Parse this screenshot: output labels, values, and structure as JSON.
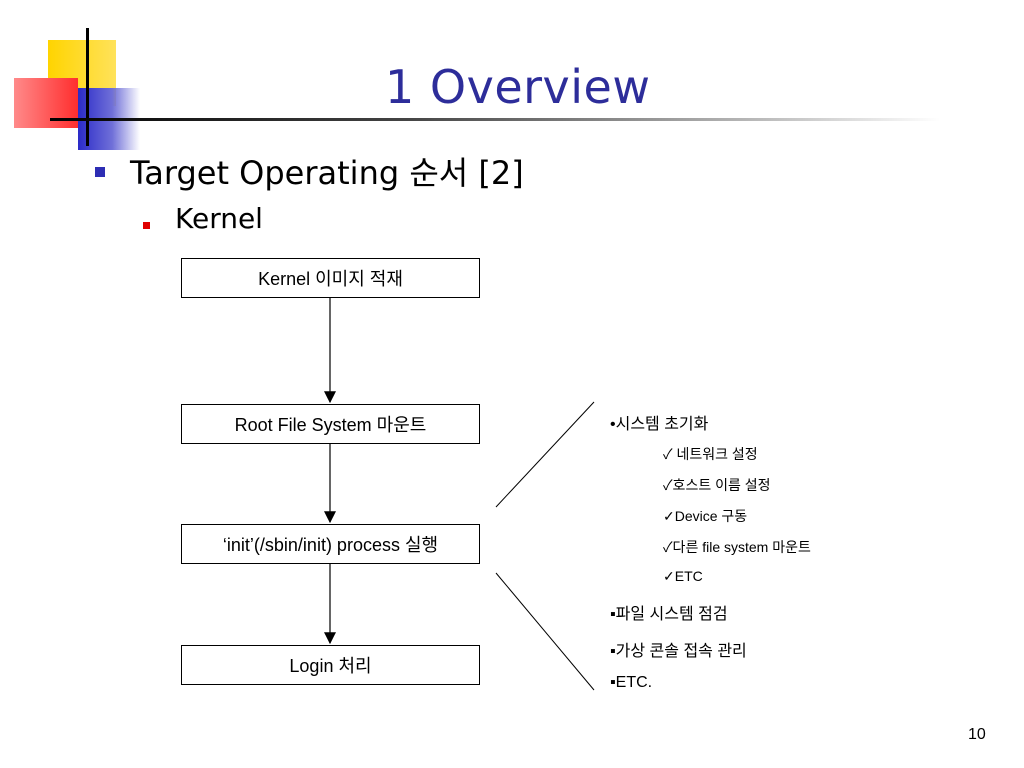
{
  "slide": {
    "title": "1 Overview",
    "bullet_level1": "Target Operating 순서 [2]",
    "bullet_level2": "Kernel",
    "page_number": "10"
  },
  "flowchart": {
    "steps": [
      "Kernel 이미지 적재",
      "Root File System 마운트",
      "‘init’(/sbin/init) process 실행",
      "Login 처리"
    ]
  },
  "details": {
    "items": [
      {
        "level": "main",
        "text": "•시스템 초기화"
      },
      {
        "level": "sub",
        "text": "✓ 네트워크 설정"
      },
      {
        "level": "sub",
        "text": "✓호스트 이름 설정"
      },
      {
        "level": "sub",
        "text": "✓Device 구동"
      },
      {
        "level": "sub",
        "text": "✓다른 file system 마운트"
      },
      {
        "level": "sub",
        "text": "✓ETC"
      },
      {
        "level": "main",
        "text": "▪파일 시스템 점검"
      },
      {
        "level": "main",
        "text": "▪가상 콘솔 접속 관리"
      },
      {
        "level": "main",
        "text": "▪ETC."
      }
    ]
  },
  "colors": {
    "title": "#2d2d9a",
    "bullet_level1": "#2d2db4",
    "bullet_level2": "#e00000",
    "accent_yellow": "#ffd400",
    "accent_red": "#ff2e2e",
    "accent_blue": "#2b2bc8"
  }
}
